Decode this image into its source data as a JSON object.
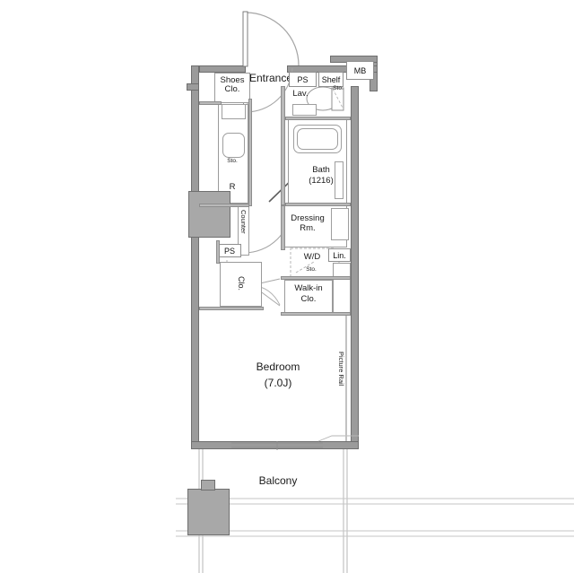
{
  "plan": {
    "title": "Apartment floor plan",
    "rooms": [
      {
        "key": "entrance",
        "label": "Entrance"
      },
      {
        "key": "shoes_closet",
        "label": "Shoes\nClo."
      },
      {
        "key": "ps_top",
        "label": "PS"
      },
      {
        "key": "shelf",
        "label": "Shelf"
      },
      {
        "key": "mb",
        "label": "MB"
      },
      {
        "key": "lav",
        "label": "Lav."
      },
      {
        "key": "sto_lav",
        "label": "Sto."
      },
      {
        "key": "sto_kitchen",
        "label": "Sto."
      },
      {
        "key": "fridge",
        "label": "R"
      },
      {
        "key": "counter",
        "label": "Counter"
      },
      {
        "key": "bath",
        "label": "Bath"
      },
      {
        "key": "bath_size",
        "label": "(1216)"
      },
      {
        "key": "dressing",
        "label": "Dressing\nRm."
      },
      {
        "key": "wd",
        "label": "W/D"
      },
      {
        "key": "sto_wd",
        "label": "Sto."
      },
      {
        "key": "lin",
        "label": "Lin."
      },
      {
        "key": "walkin",
        "label": "Walk-in\nClo."
      },
      {
        "key": "ps_mid",
        "label": "PS"
      },
      {
        "key": "closet",
        "label": "Clo."
      },
      {
        "key": "bedroom",
        "label": "Bedroom"
      },
      {
        "key": "bedroom_size",
        "label": "(7.0J)"
      },
      {
        "key": "picture_rail",
        "label": "Picture Rail"
      },
      {
        "key": "balcony",
        "label": "Balcony"
      }
    ],
    "labels": {
      "entrance": "Entrance",
      "shoes_closet_l1": "Shoes",
      "shoes_closet_l2": "Clo.",
      "ps_top": "PS",
      "shelf": "Shelf",
      "mb": "MB",
      "lav": "Lav.",
      "sto_lav": "Sto.",
      "sto_kitchen": "Sto.",
      "fridge": "R",
      "counter": "Counter",
      "bath": "Bath",
      "bath_size": "(1216)",
      "dressing_l1": "Dressing",
      "dressing_l2": "Rm.",
      "wd": "W/D",
      "sto_wd": "Sto.",
      "lin": "Lin.",
      "walkin_l1": "Walk-in",
      "walkin_l2": "Clo.",
      "ps_mid": "PS",
      "closet": "Clo.",
      "bedroom": "Bedroom",
      "bedroom_size": "(7.0J)",
      "picture_rail": "Picture Rail",
      "balcony": "Balcony"
    },
    "colors": {
      "wall": "#9b9b9b",
      "wall_stroke": "#6f6f6f",
      "thin_wall": "#b9b9b9",
      "room_stroke": "#9a9a9a",
      "background": "#ffffff",
      "text": "#1a1a1a",
      "grey_block": "#a8a8a8",
      "dashed": "#a9a9a9"
    }
  }
}
